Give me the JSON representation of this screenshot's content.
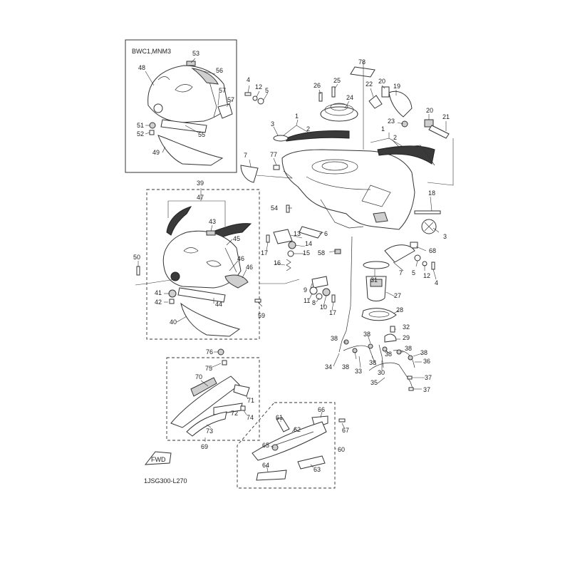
{
  "inset_label": "BWC1,MNM3",
  "diagram_code": "1JSG300-L270",
  "fwd_label": "FWD",
  "callouts": [
    {
      "id": "c1a",
      "text": "1"
    },
    {
      "id": "c1b",
      "text": "1"
    },
    {
      "id": "c2a",
      "text": "2"
    },
    {
      "id": "c2b",
      "text": "2"
    },
    {
      "id": "c3a",
      "text": "3"
    },
    {
      "id": "c3b",
      "text": "3"
    },
    {
      "id": "c4a",
      "text": "4"
    },
    {
      "id": "c4b",
      "text": "4"
    },
    {
      "id": "c5a",
      "text": "5"
    },
    {
      "id": "c5b",
      "text": "5"
    },
    {
      "id": "c6",
      "text": "6"
    },
    {
      "id": "c7a",
      "text": "7"
    },
    {
      "id": "c7b",
      "text": "7"
    },
    {
      "id": "c8",
      "text": "8"
    },
    {
      "id": "c9",
      "text": "9"
    },
    {
      "id": "c10",
      "text": "10"
    },
    {
      "id": "c11",
      "text": "11"
    },
    {
      "id": "c12a",
      "text": "12"
    },
    {
      "id": "c12b",
      "text": "12"
    },
    {
      "id": "c13",
      "text": "13"
    },
    {
      "id": "c14",
      "text": "14"
    },
    {
      "id": "c15",
      "text": "15"
    },
    {
      "id": "c16",
      "text": "16"
    },
    {
      "id": "c17a",
      "text": "17"
    },
    {
      "id": "c17b",
      "text": "17"
    },
    {
      "id": "c18",
      "text": "18"
    },
    {
      "id": "c19",
      "text": "19"
    },
    {
      "id": "c20a",
      "text": "20"
    },
    {
      "id": "c20b",
      "text": "20"
    },
    {
      "id": "c21",
      "text": "21"
    },
    {
      "id": "c22",
      "text": "22"
    },
    {
      "id": "c23",
      "text": "23"
    },
    {
      "id": "c24",
      "text": "24"
    },
    {
      "id": "c25",
      "text": "25"
    },
    {
      "id": "c26",
      "text": "26"
    },
    {
      "id": "c27",
      "text": "27"
    },
    {
      "id": "c28",
      "text": "28"
    },
    {
      "id": "c29",
      "text": "29"
    },
    {
      "id": "c30",
      "text": "30"
    },
    {
      "id": "c31",
      "text": "31"
    },
    {
      "id": "c32",
      "text": "32"
    },
    {
      "id": "c33",
      "text": "33"
    },
    {
      "id": "c34",
      "text": "34"
    },
    {
      "id": "c35",
      "text": "35"
    },
    {
      "id": "c36",
      "text": "36"
    },
    {
      "id": "c37a",
      "text": "37"
    },
    {
      "id": "c37b",
      "text": "37"
    },
    {
      "id": "c38a",
      "text": "38"
    },
    {
      "id": "c38b",
      "text": "38"
    },
    {
      "id": "c38c",
      "text": "38"
    },
    {
      "id": "c38d",
      "text": "38"
    },
    {
      "id": "c38e",
      "text": "38"
    },
    {
      "id": "c38f",
      "text": "38"
    },
    {
      "id": "c38g",
      "text": "38"
    },
    {
      "id": "c39",
      "text": "39"
    },
    {
      "id": "c40",
      "text": "40"
    },
    {
      "id": "c41",
      "text": "41"
    },
    {
      "id": "c42",
      "text": "42"
    },
    {
      "id": "c43",
      "text": "43"
    },
    {
      "id": "c44",
      "text": "44"
    },
    {
      "id": "c45",
      "text": "45"
    },
    {
      "id": "c46a",
      "text": "46"
    },
    {
      "id": "c46b",
      "text": "46"
    },
    {
      "id": "c47",
      "text": "47"
    },
    {
      "id": "c48",
      "text": "48"
    },
    {
      "id": "c49",
      "text": "49"
    },
    {
      "id": "c50",
      "text": "50"
    },
    {
      "id": "c51",
      "text": "51"
    },
    {
      "id": "c52",
      "text": "52"
    },
    {
      "id": "c53",
      "text": "53"
    },
    {
      "id": "c54",
      "text": "54"
    },
    {
      "id": "c55",
      "text": "55"
    },
    {
      "id": "c56",
      "text": "56"
    },
    {
      "id": "c57",
      "text": "57"
    },
    {
      "id": "c58",
      "text": "58"
    },
    {
      "id": "c59",
      "text": "59"
    },
    {
      "id": "c60",
      "text": "60"
    },
    {
      "id": "c61",
      "text": "61"
    },
    {
      "id": "c62",
      "text": "62"
    },
    {
      "id": "c63",
      "text": "63"
    },
    {
      "id": "c64",
      "text": "64"
    },
    {
      "id": "c65",
      "text": "65"
    },
    {
      "id": "c66",
      "text": "66"
    },
    {
      "id": "c67",
      "text": "67"
    },
    {
      "id": "c68",
      "text": "68"
    },
    {
      "id": "c69",
      "text": "69"
    },
    {
      "id": "c70",
      "text": "70"
    },
    {
      "id": "c71",
      "text": "71"
    },
    {
      "id": "c72",
      "text": "72"
    },
    {
      "id": "c73",
      "text": "73"
    },
    {
      "id": "c74",
      "text": "74"
    },
    {
      "id": "c75",
      "text": "75"
    },
    {
      "id": "c76",
      "text": "76"
    },
    {
      "id": "c77",
      "text": "77"
    },
    {
      "id": "c78",
      "text": "78"
    }
  ]
}
